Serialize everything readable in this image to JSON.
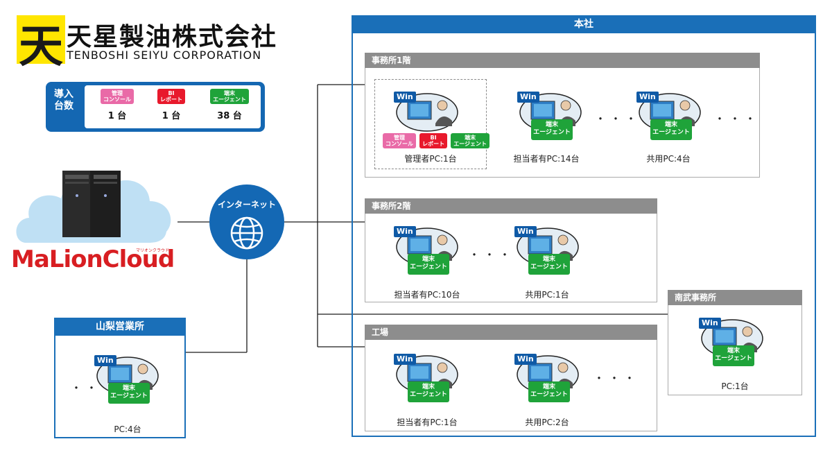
{
  "company": {
    "mark": "天",
    "name": "天星製油株式会社",
    "name_en": "TENBOSHI SEIYU CORPORATION"
  },
  "deployment": {
    "label": "導入\n台数",
    "columns": [
      {
        "badge": "管理\nコンソール",
        "count": "1 台",
        "color": "#e96aa7"
      },
      {
        "badge": "BI\nレポート",
        "count": "1 台",
        "color": "#e8192c"
      },
      {
        "badge": "端末\nエージェント",
        "count": "38 台",
        "color": "#1fa33a"
      }
    ]
  },
  "cloud": {
    "brand_part1": "MaLion",
    "brand_part2": "Cloud",
    "brand_small": "マリオンクラウド"
  },
  "internet": {
    "label": "インターネット"
  },
  "labels": {
    "win": "Win",
    "agent": "端末\nエージェント"
  },
  "hq": {
    "title": "本社",
    "office1": {
      "title": "事務所1階",
      "badges": [
        "管理\nコンソール",
        "BI\nレポート",
        "端末\nエージェント"
      ],
      "captions": [
        "管理者PC:1台",
        "担当者有PC:14台",
        "共用PC:4台"
      ]
    },
    "office2": {
      "title": "事務所2階",
      "captions": [
        "担当者有PC:10台",
        "共用PC:1台"
      ]
    },
    "factory": {
      "title": "工場",
      "captions": [
        "担当者有PC:1台",
        "共用PC:2台"
      ]
    },
    "dots": "・・・"
  },
  "nanbu": {
    "title": "南武事務所",
    "caption": "PC:1台"
  },
  "yamanashi": {
    "title": "山梨営業所",
    "caption": "PC:4台"
  }
}
